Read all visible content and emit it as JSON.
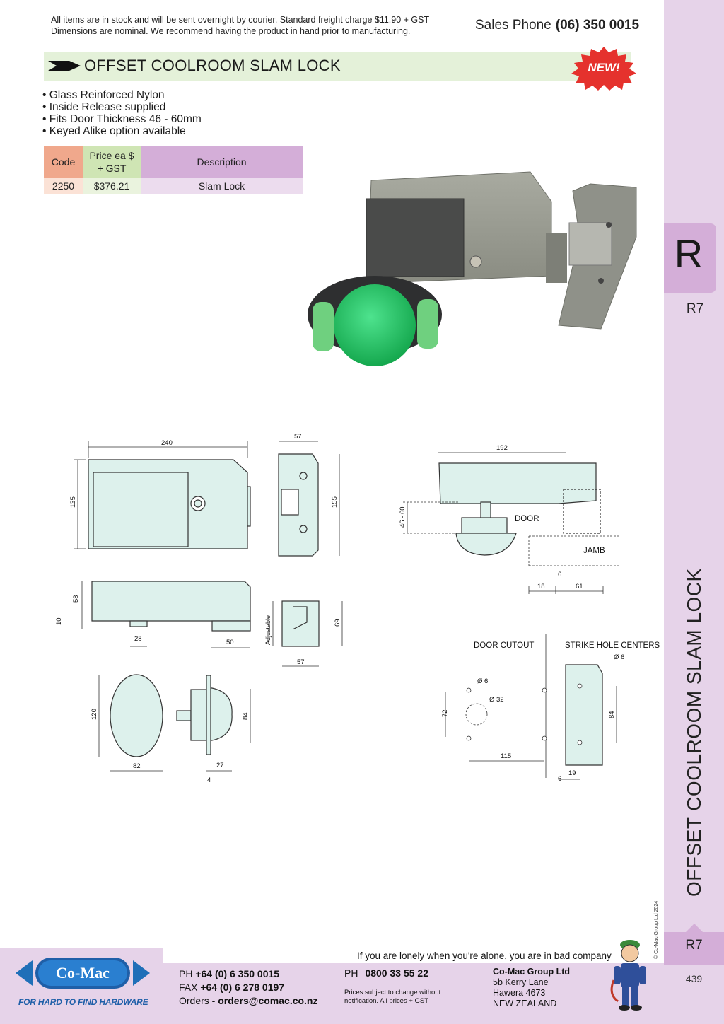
{
  "header": {
    "notice_line1": "All items are in stock and will be sent overnight by courier. Standard freight charge $11.90 + GST",
    "notice_line2": "Dimensions are nominal. We recommend having the product in hand prior to manufacturing.",
    "sales_label": "Sales Phone",
    "sales_number": "(06) 350 0015"
  },
  "product": {
    "title": "OFFSET COOLROOM SLAM LOCK",
    "badge": "NEW!",
    "features": [
      "Glass Reinforced Nylon",
      "Inside Release supplied",
      "Fits Door Thickness 46 - 60mm",
      "Keyed Alike option available"
    ]
  },
  "price_table": {
    "headers": [
      "Code",
      "Price ea $ + GST",
      "Description"
    ],
    "rows": [
      [
        "2250",
        "$376.21",
        "Slam Lock"
      ]
    ]
  },
  "sidebar": {
    "section_letter": "R",
    "section_code": "R7",
    "vertical_title": "OFFSET COOLROOM SLAM LOCK",
    "copyright": "© Co-Mac Group Ltd 2024",
    "page_number": "439"
  },
  "drawings": {
    "dims": {
      "w240": "240",
      "h135": "135",
      "w57a": "57",
      "h155": "155",
      "h58": "58",
      "h10": "10",
      "w28": "28",
      "w50": "50",
      "adjustable": "Adjustable",
      "h69": "69",
      "w57b": "57",
      "h120": "120",
      "w82": "82",
      "h84a": "84",
      "w27": "27",
      "w4": "4",
      "w192": "192",
      "h46_60": "46 - 60",
      "door": "DOOR",
      "jamb": "JAMB",
      "w6a": "6",
      "w18": "18",
      "w61": "61",
      "door_cutout": "DOOR CUTOUT",
      "strike_centers": "STRIKE HOLE CENTERS",
      "d6a": "Ø 6",
      "d32": "Ø 32",
      "h72": "72",
      "w115": "115",
      "d6b": "Ø 6",
      "h84b": "84",
      "w19": "19",
      "w6b": "6"
    }
  },
  "footer": {
    "motto": "If you are lonely when you're alone, you are in bad company",
    "logo_text": "Co-Mac",
    "slogan": "FOR HARD TO FIND HARDWARE",
    "ph_label": "PH",
    "ph_value": "+64 (0) 6 350 0015",
    "fax_label": "FAX",
    "fax_value": "+64 (0) 6 278 0197",
    "orders_label": "Orders -",
    "orders_value": "orders@comac.co.nz",
    "ph2_label": "PH",
    "ph2_value": "0800 33 55 22",
    "note1": "Prices subject to change without",
    "note2": "notification. All prices + GST",
    "company": "Co-Mac Group Ltd",
    "address1": "5b Kerry Lane",
    "address2": "Hawera 4673",
    "address3": "NEW ZEALAND"
  },
  "colors": {
    "title_bg": "#e4f1d9",
    "code_col": "#f0a88c",
    "price_col": "#cfe5b4",
    "desc_col": "#d4aed8",
    "side_bg": "#e6d3e9",
    "drawing_fill": "#ddf1ec",
    "badge": "#e5322d"
  }
}
